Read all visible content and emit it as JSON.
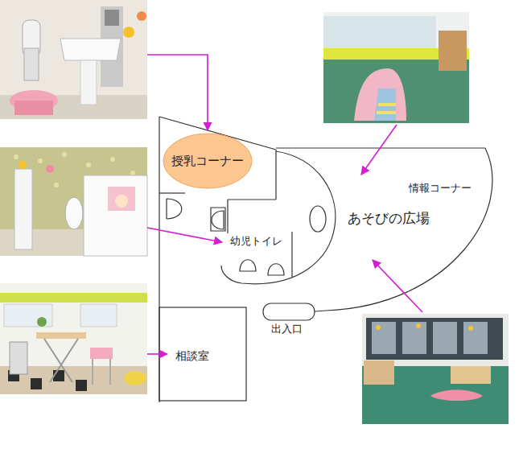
{
  "diagram": {
    "nodes": [
      {
        "text": [
          "授乳コーナー"
        ]
      },
      {
        "text": [
          "相談室"
        ]
      }
    ],
    "labels": [
      "幼児トイレ",
      "あそびの広場",
      "情報コーナー",
      "出入口"
    ]
  }
}
